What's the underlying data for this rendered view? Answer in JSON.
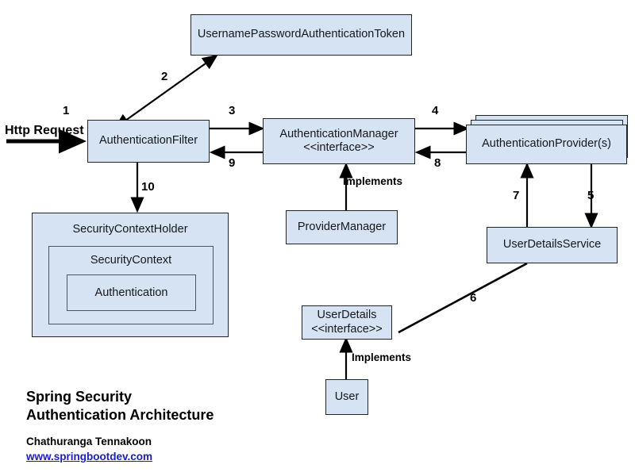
{
  "diagram": {
    "title_lines": "Spring Security\nAuthentication Architecture",
    "author": "Chathuranga Tennakoon",
    "website": "www.springbootdev.com",
    "entry_label": "Http Request",
    "colors": {
      "node_fill": "#d6e3f3",
      "node_border": "#20252b",
      "inner_border": "#4a5663",
      "link": "#1b1bd6",
      "background": "#ffffff",
      "text": "#14181d"
    }
  },
  "nodes": [
    {
      "id": "token",
      "label": "UsernamePasswordAuthenticationToken"
    },
    {
      "id": "filter",
      "label": "AuthenticationFilter"
    },
    {
      "id": "manager",
      "label": "AuthenticationManager\n<<interface>>"
    },
    {
      "id": "provider",
      "label": "AuthenticationProvider(s)"
    },
    {
      "id": "providermgr",
      "label": "ProviderManager"
    },
    {
      "id": "udservice",
      "label": "UserDetailsService"
    },
    {
      "id": "userdetails",
      "label": "UserDetails\n<<interface>>"
    },
    {
      "id": "user",
      "label": "User"
    }
  ],
  "context_holder": {
    "label": "SecurityContextHolder",
    "security_context_label": "SecurityContext",
    "authentication_label": "Authentication"
  },
  "edges": [
    {
      "id": "e1",
      "number": "1",
      "from": "http-request",
      "to": "filter"
    },
    {
      "id": "e2",
      "number": "2",
      "from": "filter",
      "to": "token"
    },
    {
      "id": "e3",
      "number": "3",
      "from": "filter",
      "to": "manager"
    },
    {
      "id": "e4",
      "number": "4",
      "from": "manager",
      "to": "provider"
    },
    {
      "id": "e5",
      "number": "5",
      "from": "provider",
      "to": "udservice"
    },
    {
      "id": "e6",
      "number": "6",
      "from": "userdetails",
      "to": "udservice"
    },
    {
      "id": "e7",
      "number": "7",
      "from": "udservice",
      "to": "provider"
    },
    {
      "id": "e8",
      "number": "8",
      "from": "provider",
      "to": "manager"
    },
    {
      "id": "e9",
      "number": "9",
      "from": "manager",
      "to": "filter"
    },
    {
      "id": "e10",
      "number": "10",
      "from": "filter",
      "to": "context-holder"
    }
  ],
  "implements_labels": {
    "provider_manager": "Implements",
    "user": "Implements"
  }
}
